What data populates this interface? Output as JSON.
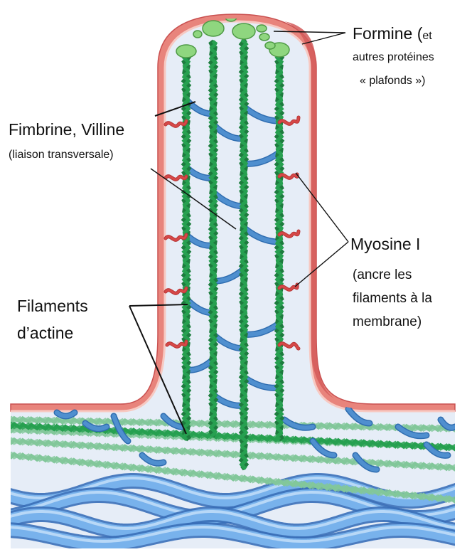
{
  "labels": {
    "formine_main": "Formine (",
    "formine_et": "et",
    "formine_line2": "autres protéines",
    "formine_line3": "« plafonds »)",
    "fimbrine": "Fimbrine, Villine",
    "liaison": "(liaison transversale)",
    "myosine": "Myosine I",
    "ancre_line1": "(ancre les",
    "ancre_line2": "filaments à la",
    "ancre_line3": "membrane)",
    "filaments_line1": "Filaments",
    "filaments_line2": "d’actine"
  },
  "colors": {
    "membrane_outer": "#e07878",
    "membrane_inner": "#f4b8b0",
    "cytoplasm": "#e4ecf6",
    "actin_dark": "#27a050",
    "actin_light": "#82c79a",
    "crosslinker": "#4f8fcf",
    "myosin": "#d64848",
    "cap_protein": "#8fd67f",
    "cortex_blue": "#5b9be0"
  }
}
